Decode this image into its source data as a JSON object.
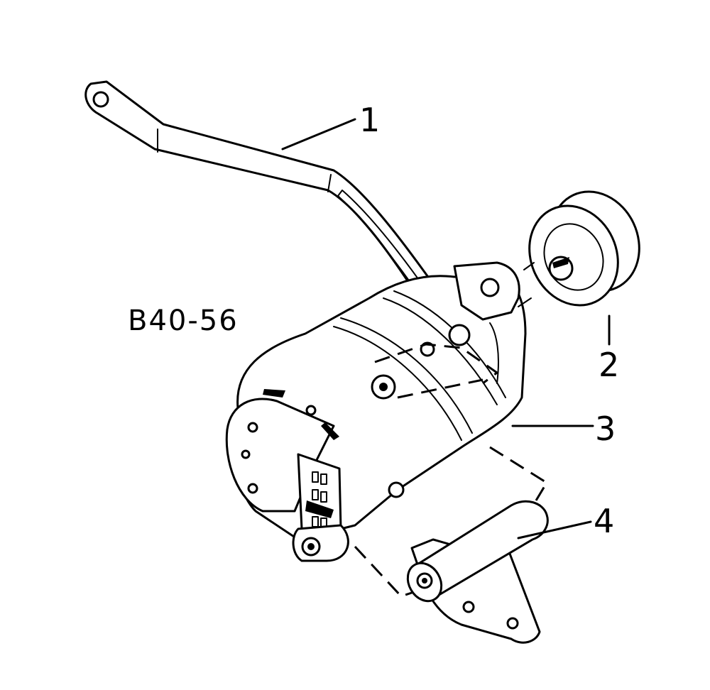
{
  "figure": {
    "code": "B40-56",
    "callouts": [
      {
        "number": "1",
        "part": "adjusting-strap"
      },
      {
        "number": "2",
        "part": "pulley"
      },
      {
        "number": "3",
        "part": "alternator"
      },
      {
        "number": "4",
        "part": "mounting-bracket"
      }
    ]
  }
}
